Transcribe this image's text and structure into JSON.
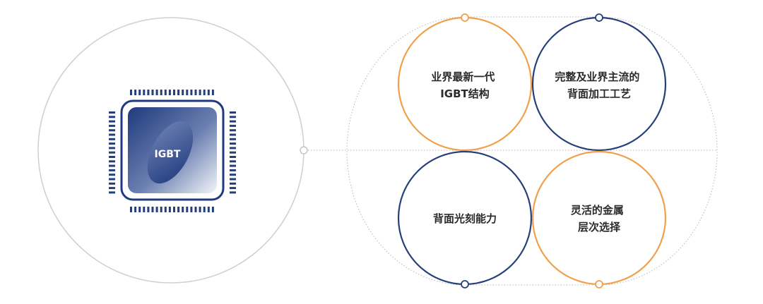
{
  "chip": {
    "label": "IGBT"
  },
  "features": [
    {
      "lines": [
        "业界最新一代",
        "IGBT结构"
      ],
      "color_key": "orange"
    },
    {
      "lines": [
        "完整及业界主流的",
        "背面加工工艺"
      ],
      "color_key": "navy"
    },
    {
      "lines": [
        "背面光刻能力"
      ],
      "color_key": "navy"
    },
    {
      "lines": [
        "灵活的金属",
        "层次选择"
      ],
      "color_key": "orange"
    }
  ],
  "colors": {
    "orange": "#f0a04b",
    "navy": "#263f7a",
    "gray_line": "#cfcfcf",
    "chip_dark": "#1f3a7d",
    "chip_light": "#e9edf6"
  }
}
